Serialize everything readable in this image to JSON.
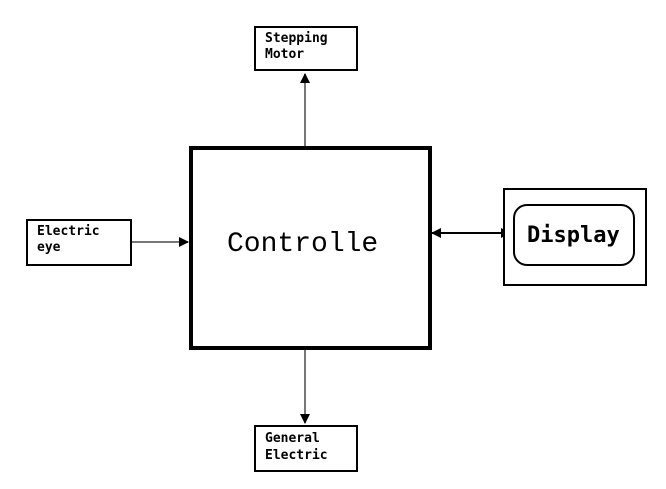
{
  "blocks": {
    "controller": {
      "label": "Controlle"
    },
    "stepping_motor": {
      "line1": "Stepping",
      "line2": "Motor"
    },
    "electric_eye": {
      "line1": "Electric",
      "line2": "eye"
    },
    "general_electric": {
      "line1": "General",
      "line2": "Electric"
    },
    "display": {
      "label": "Display"
    }
  }
}
